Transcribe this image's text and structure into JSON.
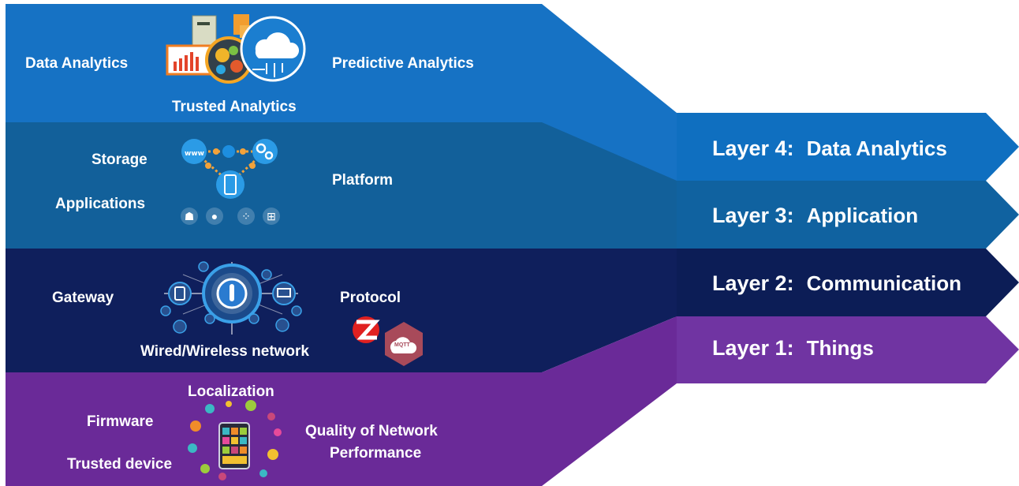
{
  "colors": {
    "layer4": "#1672c4",
    "layer4_arrow": "#0f6fc0",
    "layer3": "#12609a",
    "layer3_arrow": "#1062a0",
    "layer2": "#0f1f5c",
    "layer2_arrow": "#0c1d56",
    "layer1": "#6a2a98",
    "layer1_arrow": "#7034a2"
  },
  "layers": [
    {
      "number": "Layer 4:",
      "name": "Data Analytics"
    },
    {
      "number": "Layer 3:",
      "name": "Application"
    },
    {
      "number": "Layer 2:",
      "name": "Communication"
    },
    {
      "number": "Layer 1:",
      "name": "Things"
    }
  ],
  "band4": {
    "left_label": "Data Analytics",
    "right_label": "Predictive Analytics",
    "bottom_label": "Trusted Analytics",
    "icon": "analytics-cloud-gears-icon"
  },
  "band3": {
    "left_top_label": "Storage",
    "left_bottom_label": "Applications",
    "right_label": "Platform",
    "icon": "platform-network-icon",
    "os_icons": [
      "android-icon",
      "apple-icon",
      "blackberry-icon",
      "windows-icon"
    ]
  },
  "band2": {
    "left_label": "Gateway",
    "right_label": "Protocol",
    "bottom_label": "Wired/Wireless network",
    "icon": "network-globe-icon",
    "protocol_icons": [
      "zigbee-icon",
      "mqtt-icon"
    ],
    "mqtt_text": "MQTT"
  },
  "band1": {
    "top_label": "Localization",
    "left_top_label": "Firmware",
    "left_bottom_label": "Trusted device",
    "right_label_line1": "Quality of Network",
    "right_label_line2": "Performance",
    "icon": "smartphone-apps-icon"
  }
}
